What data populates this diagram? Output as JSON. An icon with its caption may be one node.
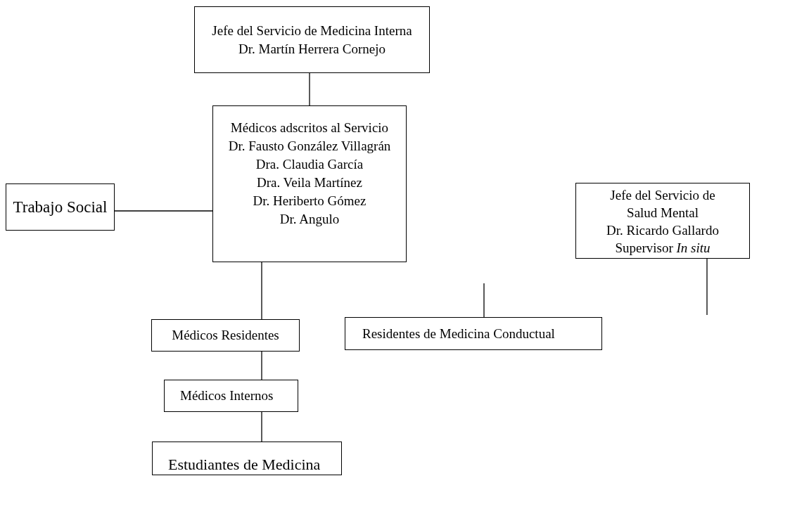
{
  "diagram": {
    "nodes": [
      {
        "text": [
          "Jefe del Servicio de Medicina Interna",
          "Dr. Martín Herrera Cornejo"
        ]
      },
      {
        "text": [
          "Médicos adscritos al Servicio",
          "Dr. Fausto González Villagrán",
          "Dra. Claudia García",
          "Dra. Veila Martínez",
          "Dr. Heriberto Gómez",
          "Dr. Angulo"
        ]
      },
      {
        "text": [
          "Trabajo Social"
        ]
      },
      {
        "text": [
          "Jefe del Servicio de Salud Mental",
          "Dr. Ricardo Gallardo",
          "Supervisor *In situ*"
        ]
      },
      {
        "text": [
          "Médicos Residentes"
        ]
      },
      {
        "text": [
          "Residentes de Medicina Conductual"
        ]
      },
      {
        "text": [
          "Médicos Internos"
        ]
      },
      {
        "text": [
          "Estudiantes de Medicina"
        ]
      }
    ],
    "edges": [
      {
        "from": 0,
        "to": 1,
        "arrow": "none"
      },
      {
        "from": 2,
        "to": 1,
        "arrow": "none"
      },
      {
        "from": 1,
        "to": 4,
        "arrow": "none"
      },
      {
        "from": null,
        "to": 5,
        "arrow": "none"
      },
      {
        "from": 3,
        "to": null,
        "arrow": "none"
      },
      {
        "from": 4,
        "to": 6,
        "arrow": "none"
      },
      {
        "from": 6,
        "to": 7,
        "arrow": "none"
      }
    ]
  }
}
